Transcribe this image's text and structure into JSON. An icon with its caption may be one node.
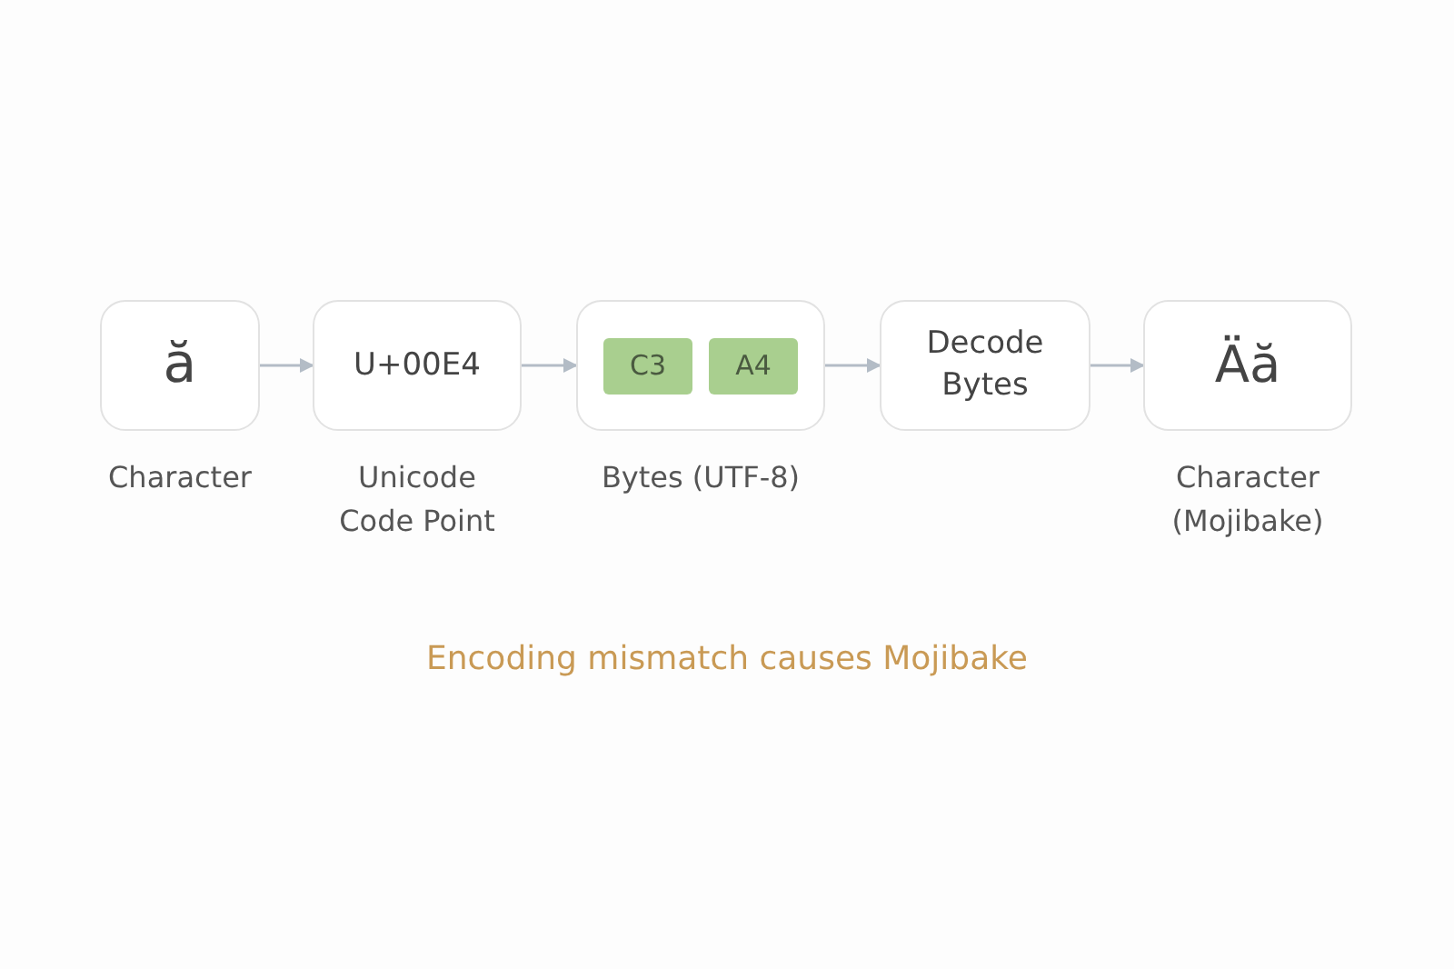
{
  "diagram": {
    "nodes": [
      {
        "text": [
          "ă"
        ],
        "beside": [
          "Character"
        ]
      },
      {
        "text": [
          "U+00E4"
        ],
        "beside": [
          "Unicode Code Point"
        ]
      },
      {
        "text": [],
        "shape": "box",
        "beside": [
          "Bytes (UTF-8)"
        ]
      },
      {
        "text": [
          "C3"
        ],
        "in": 2
      },
      {
        "text": [
          "A4"
        ],
        "in": 2
      },
      {
        "text": [
          "Decode Bytes"
        ]
      },
      {
        "text": [
          "Äă"
        ],
        "beside": [
          "Character (Mojibake)"
        ]
      }
    ],
    "edges": [
      {
        "from": 0,
        "to": 1,
        "arrow": "to"
      },
      {
        "from": 1,
        "to": 2,
        "arrow": "to"
      },
      {
        "from": 2,
        "to": 5,
        "arrow": "to"
      },
      {
        "from": 5,
        "to": 6,
        "arrow": "to"
      }
    ],
    "caption": "Encoding mismatch causes Mojibake"
  }
}
